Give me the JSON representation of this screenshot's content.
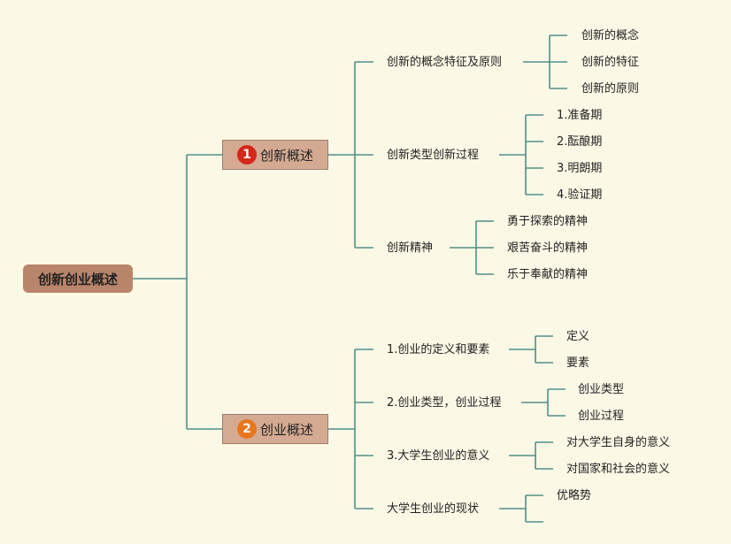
{
  "root": "创新创业概述",
  "colors": {
    "line": "#4f8f88",
    "background": "#fcf8e6",
    "badge1": "#d7261a",
    "badge2": "#e8761c"
  },
  "branches": [
    {
      "badge": "1",
      "label": "创新概述",
      "children": [
        {
          "label": "创新的概念特征及原则",
          "children": [
            "创新的概念",
            "创新的特征",
            "创新的原则"
          ]
        },
        {
          "label": "创新类型创新过程",
          "children": [
            "1.准备期",
            "2.酝酿期",
            "3.明朗期",
            "4.验证期"
          ]
        },
        {
          "label": "创新精神",
          "children": [
            "勇于探索的精神",
            "艰苦奋斗的精神",
            "乐于奉献的精神"
          ]
        }
      ]
    },
    {
      "badge": "2",
      "label": "创业概述",
      "children": [
        {
          "label": "1.创业的定义和要素",
          "children": [
            "定义",
            "要素"
          ]
        },
        {
          "label": "2.创业类型，创业过程",
          "children": [
            "创业类型",
            "创业过程"
          ]
        },
        {
          "label": "3.大学生创业的意义",
          "children": [
            "对大学生自身的意义",
            "对国家和社会的意义"
          ]
        },
        {
          "label": "大学生创业的现状",
          "children": [
            "优略势",
            ""
          ]
        }
      ]
    }
  ]
}
